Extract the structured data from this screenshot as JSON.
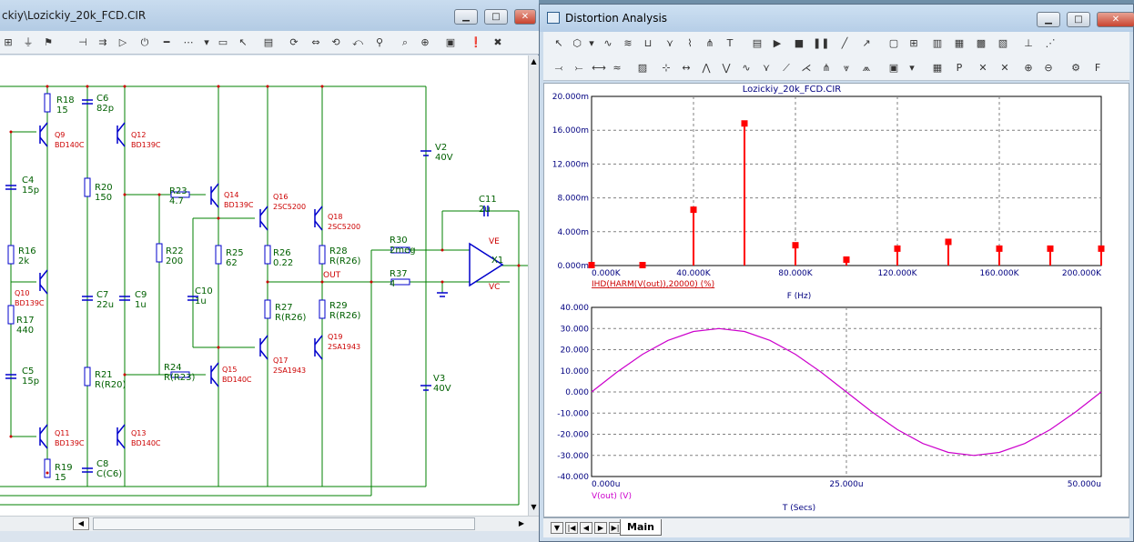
{
  "schematic_window": {
    "title": "ckiy\\Lozickiy_20k_FCD.CIR",
    "components": [
      {
        "ref": "R18",
        "value": "15"
      },
      {
        "ref": "C6",
        "value": "82p"
      },
      {
        "ref": "Q9",
        "value": "BD140C"
      },
      {
        "ref": "Q12",
        "value": "BD139C"
      },
      {
        "ref": "C4",
        "value": "15p"
      },
      {
        "ref": "R20",
        "value": "150"
      },
      {
        "ref": "R23",
        "value": "4.7"
      },
      {
        "ref": "Q14",
        "value": "BD139C"
      },
      {
        "ref": "Q16",
        "value": "2SC5200"
      },
      {
        "ref": "Q18",
        "value": "2SC5200"
      },
      {
        "ref": "V2",
        "value": "40V"
      },
      {
        "ref": "C11",
        "value": "2u"
      },
      {
        "ref": "R16",
        "value": "2k"
      },
      {
        "ref": "R22",
        "value": "200"
      },
      {
        "ref": "R25",
        "value": "62"
      },
      {
        "ref": "R26",
        "value": "0.22"
      },
      {
        "ref": "R28",
        "value": "R(R26)"
      },
      {
        "ref": "R30",
        "value": "2meg"
      },
      {
        "ref": "R37",
        "value": "4"
      },
      {
        "ref": "X1",
        "value": ""
      },
      {
        "ref": "Q10",
        "value": "BD139C"
      },
      {
        "ref": "R17",
        "value": "440"
      },
      {
        "ref": "C7",
        "value": "22u"
      },
      {
        "ref": "C9",
        "value": "1u"
      },
      {
        "ref": "C10",
        "value": "1u"
      },
      {
        "ref": "R27",
        "value": "R(R26)"
      },
      {
        "ref": "R29",
        "value": "R(R26)"
      },
      {
        "ref": "Q19",
        "value": "2SA1943"
      },
      {
        "ref": "Q17",
        "value": "2SA1943"
      },
      {
        "ref": "C5",
        "value": "15p"
      },
      {
        "ref": "R21",
        "value": "R(R20)"
      },
      {
        "ref": "R24",
        "value": "R(R23)"
      },
      {
        "ref": "Q15",
        "value": "BD140C"
      },
      {
        "ref": "V3",
        "value": "40V"
      },
      {
        "ref": "Q11",
        "value": "BD139C"
      },
      {
        "ref": "Q13",
        "value": "BD140C"
      },
      {
        "ref": "R19",
        "value": "15"
      },
      {
        "ref": "C8",
        "value": "C(C6)"
      }
    ],
    "node_labels": {
      "out": "OUT",
      "ve": "VE",
      "vc": "VC"
    }
  },
  "distortion_window": {
    "title": "Distortion Analysis",
    "tab_label": "Main"
  },
  "colors": {
    "grid_frame": "#000080",
    "harmonic_bars": "#ff0000",
    "waveform": "#cc00cc",
    "schematic_wire": "#008000",
    "schematic_part": "#0000cc",
    "schematic_label": "#cc0000"
  },
  "chart_data": [
    {
      "type": "bar",
      "title": "Lozickiy_20k_FCD.CIR",
      "xlabel": "F (Hz)",
      "series_label": "IHD(HARM(V(out)),20000) (%)",
      "x_tick_labels": [
        "0.000K",
        "40.000K",
        "80.000K",
        "120.000K",
        "160.000K",
        "200.000K"
      ],
      "y_tick_labels": [
        "0.000m",
        "4.000m",
        "8.000m",
        "12.000m",
        "16.000m",
        "20.000m"
      ],
      "xlim": [
        0,
        200000
      ],
      "ylim": [
        0,
        0.02
      ],
      "x": [
        0,
        20000,
        40000,
        60000,
        80000,
        100000,
        120000,
        140000,
        160000,
        180000,
        200000
      ],
      "values": [
        5e-05,
        5e-05,
        0.0066,
        0.0168,
        0.0024,
        0.0007,
        0.002,
        0.0028,
        0.002,
        0.002,
        0.002
      ],
      "grid": true
    },
    {
      "type": "line",
      "xlabel": "T (Secs)",
      "series_label": "V(out) (V)",
      "x_tick_labels": [
        "0.000u",
        "25.000u",
        "50.000u"
      ],
      "y_tick_labels": [
        "-40.000",
        "-30.000",
        "-20.000",
        "-10.000",
        "0.000",
        "10.000",
        "20.000",
        "30.000",
        "40.000"
      ],
      "xlim": [
        0,
        5e-05
      ],
      "ylim": [
        -40,
        40
      ],
      "x": [
        0,
        2.5e-06,
        5e-06,
        7.5e-06,
        1e-05,
        1.25e-05,
        1.5e-05,
        1.75e-05,
        2e-05,
        2.25e-05,
        2.5e-05,
        2.75e-05,
        3e-05,
        3.25e-05,
        3.5e-05,
        3.75e-05,
        4e-05,
        4.25e-05,
        4.5e-05,
        4.75e-05,
        5e-05
      ],
      "values": [
        0,
        9.4,
        17.8,
        24.4,
        28.6,
        30.0,
        28.6,
        24.4,
        17.8,
        9.4,
        0,
        -9.4,
        -17.8,
        -24.4,
        -28.6,
        -30.0,
        -28.6,
        -24.4,
        -17.8,
        -9.4,
        0
      ],
      "grid": true
    }
  ]
}
